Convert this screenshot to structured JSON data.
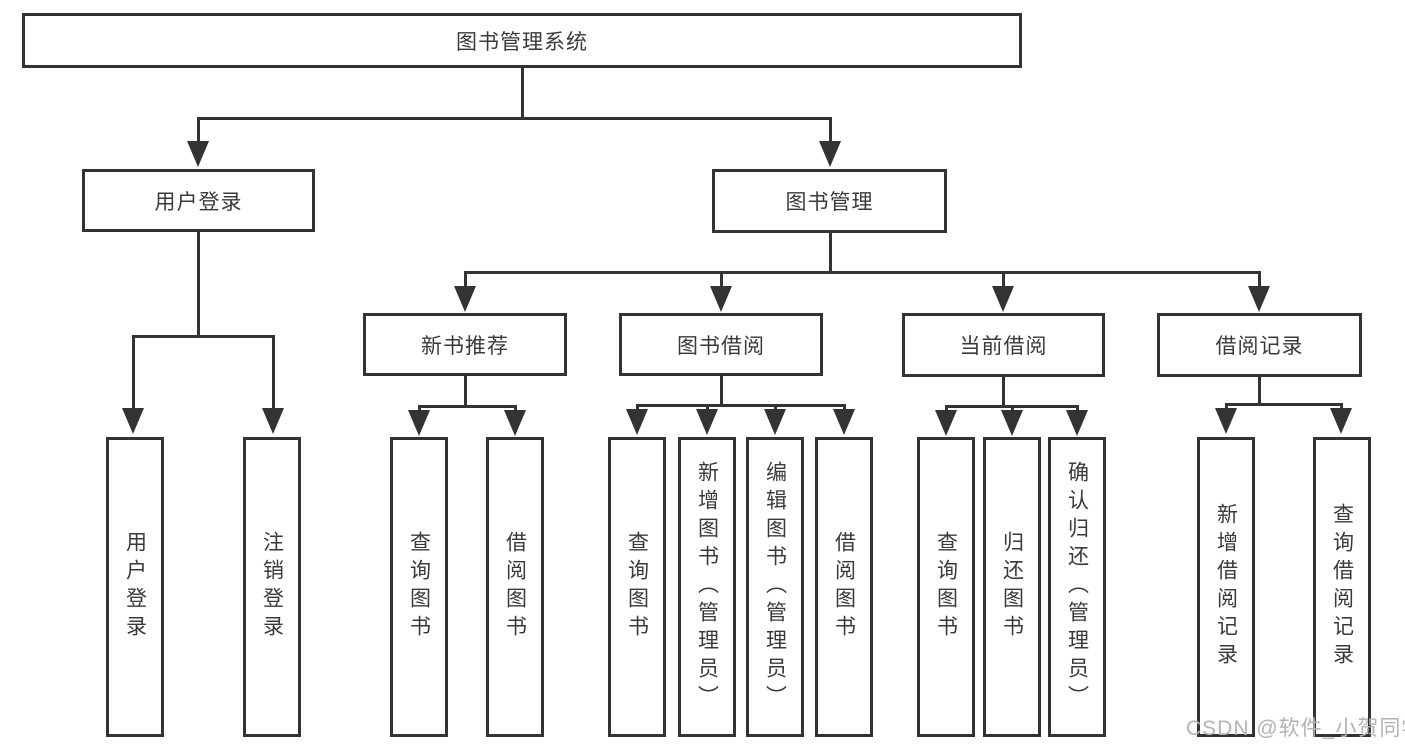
{
  "colors": {
    "line": "#333333",
    "text": "#3a3a3a",
    "background": "#ffffff",
    "watermark": "#b3b3b3"
  },
  "nodes": {
    "root": "图书管理系统",
    "level2": {
      "user_login": "用户登录",
      "book_management": "图书管理"
    },
    "branches": [
      "新书推荐",
      "图书借阅",
      "当前借阅",
      "借阅记录"
    ],
    "leaves": [
      [
        "用户登录",
        "注销登录"
      ],
      [
        "查询图书",
        "借阅图书"
      ],
      [
        "查询图书",
        "新增图书（管理员）",
        "编辑图书（管理员）",
        "借阅图书"
      ],
      [
        "查询图书",
        "归还图书",
        "确认归还（管理员）"
      ],
      [
        "新增借阅记录",
        "查询借阅记录"
      ]
    ]
  },
  "watermark": "CSDN @软件_小贺同学"
}
